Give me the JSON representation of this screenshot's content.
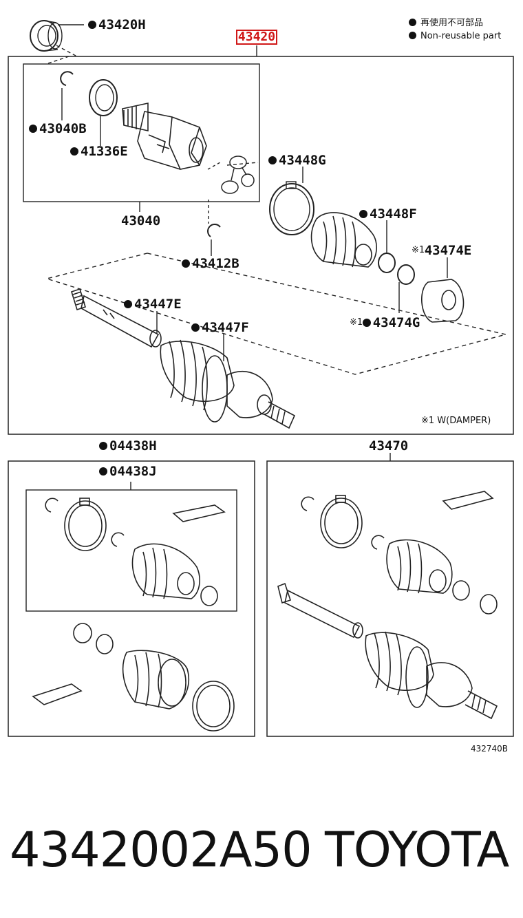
{
  "main_part": "43420",
  "legend": {
    "line1": "再使用不可部品",
    "line2": "Non-reusable part"
  },
  "callouts": {
    "p43420H": "43420H",
    "p43040B": "43040B",
    "p41336E": "41336E",
    "p43040": "43040",
    "p43412B": "43412B",
    "p43448G": "43448G",
    "p43448F": "43448F",
    "p43474E": "43474E",
    "p43474G": "43474G",
    "p43447E": "43447E",
    "p43447F": "43447F",
    "p04438H": "04438H",
    "p04438J": "04438J",
    "p43470": "43470",
    "mark1": "※1"
  },
  "damper_note": "※1 W(DAMPER)",
  "illustration_code": "432740B",
  "footer": {
    "part_number": "4342002A50",
    "brand": "TOYOTA"
  }
}
